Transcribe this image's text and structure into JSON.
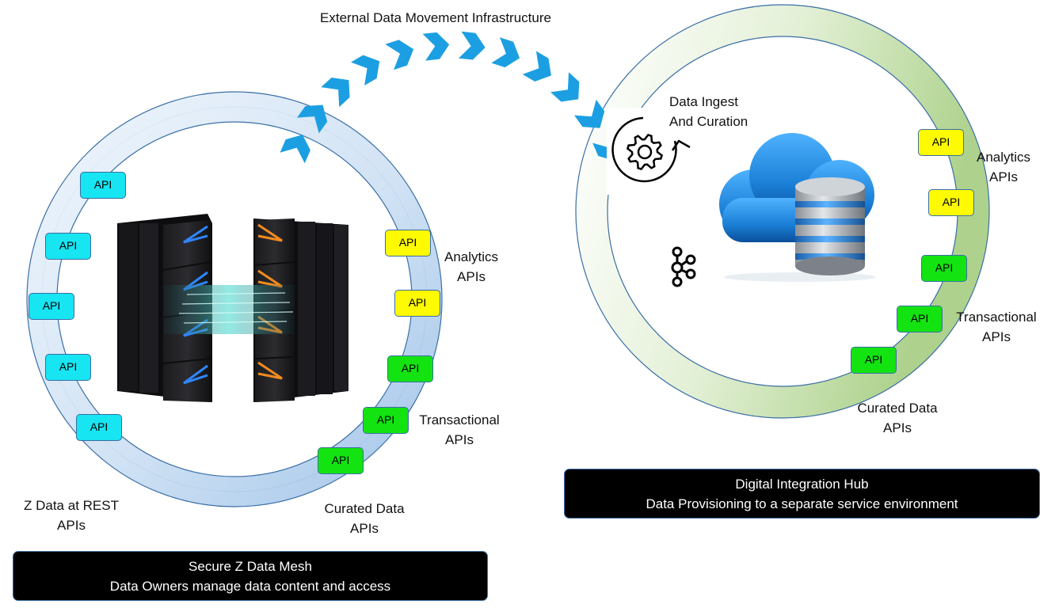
{
  "title": "External Data Movement Infrastructure",
  "api_label": "API",
  "left": {
    "group_labels": {
      "analytics": [
        "Analytics",
        "APIs"
      ],
      "transactional": [
        "Transactional",
        "APIs"
      ],
      "curated": [
        "Curated Data",
        "APIs"
      ],
      "rest": [
        "Z Data at REST",
        "APIs"
      ]
    },
    "banner": [
      "Secure Z Data Mesh",
      "Data Owners manage data content and access"
    ]
  },
  "right": {
    "ingest_label": [
      "Data Ingest",
      "And Curation"
    ],
    "group_labels": {
      "analytics": [
        "Analytics",
        "APIs"
      ],
      "transactional": [
        "Transactional",
        "APIs"
      ],
      "curated": [
        "Curated Data",
        "APIs"
      ]
    },
    "banner": [
      "Digital Integration Hub",
      "Data Provisioning to a separate service environment"
    ]
  },
  "colors": {
    "api_rest": "#17e5f2",
    "api_analytics": "#fdfa02",
    "api_transactional": "#14e312",
    "chevrons": "#1c9fe2",
    "left_ring": "#a9c9ea",
    "right_ring": "#b7d89a",
    "cloud": "#1a7fd6"
  },
  "icons": [
    "gear-cycle-icon",
    "kafka-icon",
    "cloud-database-icon",
    "mainframe-server-icon",
    "chevron-arrow-icon"
  ]
}
